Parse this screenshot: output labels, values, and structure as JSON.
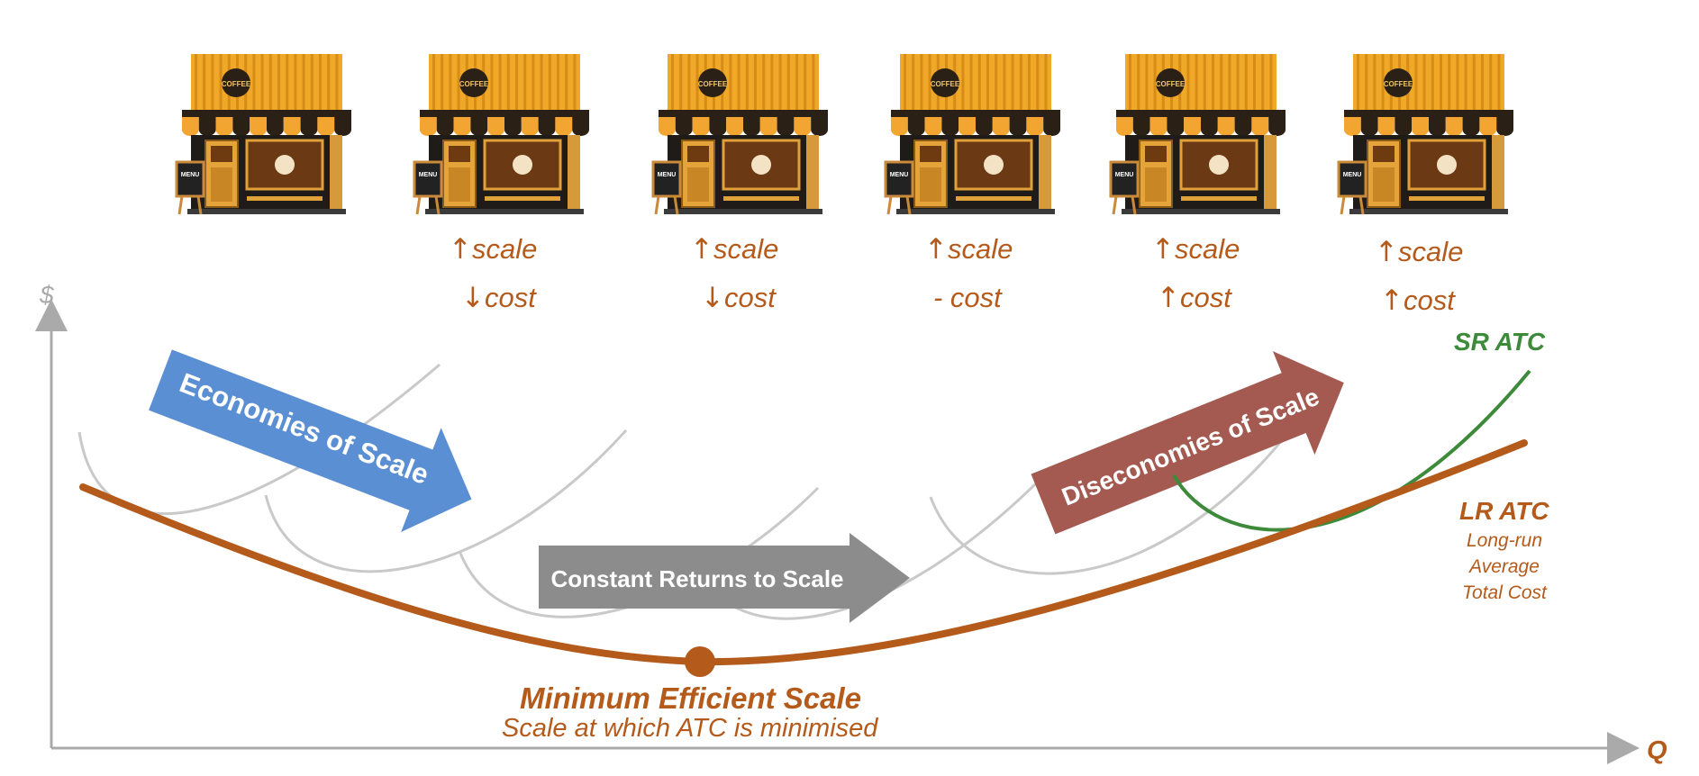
{
  "axes": {
    "y_label": "$",
    "x_label": "Q"
  },
  "curves": {
    "sr_atc_label": "SR ATC",
    "lr_atc_label": "LR ATC",
    "lr_atc_desc_line1": "Long-run",
    "lr_atc_desc_line2": "Average",
    "lr_atc_desc_line3": "Total Cost"
  },
  "arrows": {
    "economies": "Economies of Scale",
    "constant": "Constant Returns to Scale",
    "diseconomies": "Diseconomies of Scale"
  },
  "mes": {
    "title": "Minimum Efficient Scale",
    "subtitle": "Scale at which ATC is minimised"
  },
  "shops": [
    {
      "scale": "",
      "scale_arrow": "",
      "cost": "",
      "cost_arrow": ""
    },
    {
      "scale": "scale",
      "scale_arrow": "↑",
      "cost": "cost",
      "cost_arrow": "↓"
    },
    {
      "scale": "scale",
      "scale_arrow": "↑",
      "cost": "cost",
      "cost_arrow": "↓"
    },
    {
      "scale": "scale",
      "scale_arrow": "↑",
      "cost": "- cost",
      "cost_arrow": ""
    },
    {
      "scale": "scale",
      "scale_arrow": "↑",
      "cost": "cost",
      "cost_arrow": "↑"
    },
    {
      "scale": "scale",
      "scale_arrow": "↑",
      "cost": "cost",
      "cost_arrow": "↑"
    }
  ],
  "shop_sign_text": "COFFEE",
  "menu_board_text": "MENU",
  "colors": {
    "lr_atc": "#b45a1b",
    "sr_atc_highlight": "#3c8a3a",
    "sr_atc_gray": "#c9c9c9",
    "axis": "#aaaaaa",
    "economies_arrow": "#5b8fd3",
    "constant_arrow": "#8c8c8c",
    "diseconomies_arrow": "#a45a50"
  }
}
